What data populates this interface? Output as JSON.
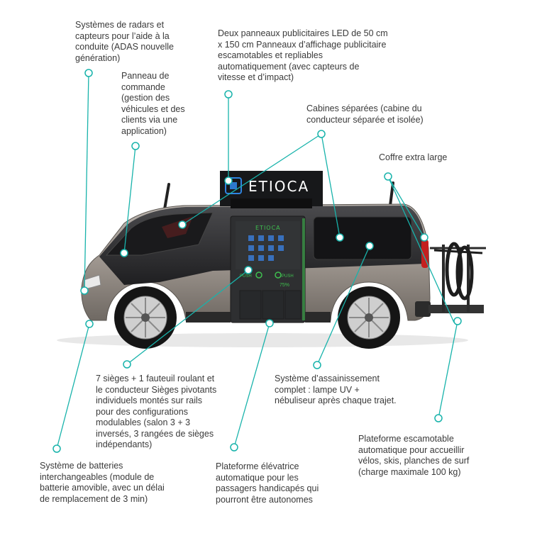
{
  "brand": {
    "name": "ETIOCA",
    "panel_name": "ETIOCA",
    "push_label_1": "PUSH",
    "push_label_2": "PUSH",
    "battery_readout": "75%"
  },
  "annotations": {
    "adas": "Systèmes de radars et\ncapteurs pour l’aide à la\nconduite (ADAS nouvelle\ngénération)",
    "led_panels": "Deux panneaux publicitaires LED de 50 cm\nx 150 cm Panneaux d’affichage publicitaire\nescamotables et repliables\nautomatiquement (avec capteurs de\nvitesse et d’impact)",
    "control_panel": "Panneau de\ncommande\n(gestion des\nvéhicules et des\nclients via une\napplication)",
    "cabins": "Cabines séparées (cabine du\nconducteur séparée et isolée)",
    "trunk": "Coffre extra large",
    "seats": "7 sièges + 1 fauteuil roulant et\nle conducteur Sièges pivotants\nindividuels montés sur rails\npour des configurations\nmodulables (salon 3 + 3\ninversés, 3 rangées de sièges\nindépendants)",
    "sanitation": "Système d’assainissement\ncomplet : lampe UV +\nnébuliseur après chaque trajet.",
    "platform_rear": "Plateforme escamotable\nautomatique pour accueillir\nvélos, skis, planches de surf\n(charge maximale 100 kg)",
    "batteries": "Système de batteries\ninterchangeables (module de\nbatterie amovible, avec un délai\nde remplacement de 3 min)",
    "lift_platform": "Plateforme élévatrice\nautomatique pour les\npassagers handicapés qui\npourront être autonomes"
  },
  "colors": {
    "accent": "#18b3ab",
    "body": "#8e8780",
    "dark": "#262628",
    "door_green": "#3fbf4f"
  }
}
